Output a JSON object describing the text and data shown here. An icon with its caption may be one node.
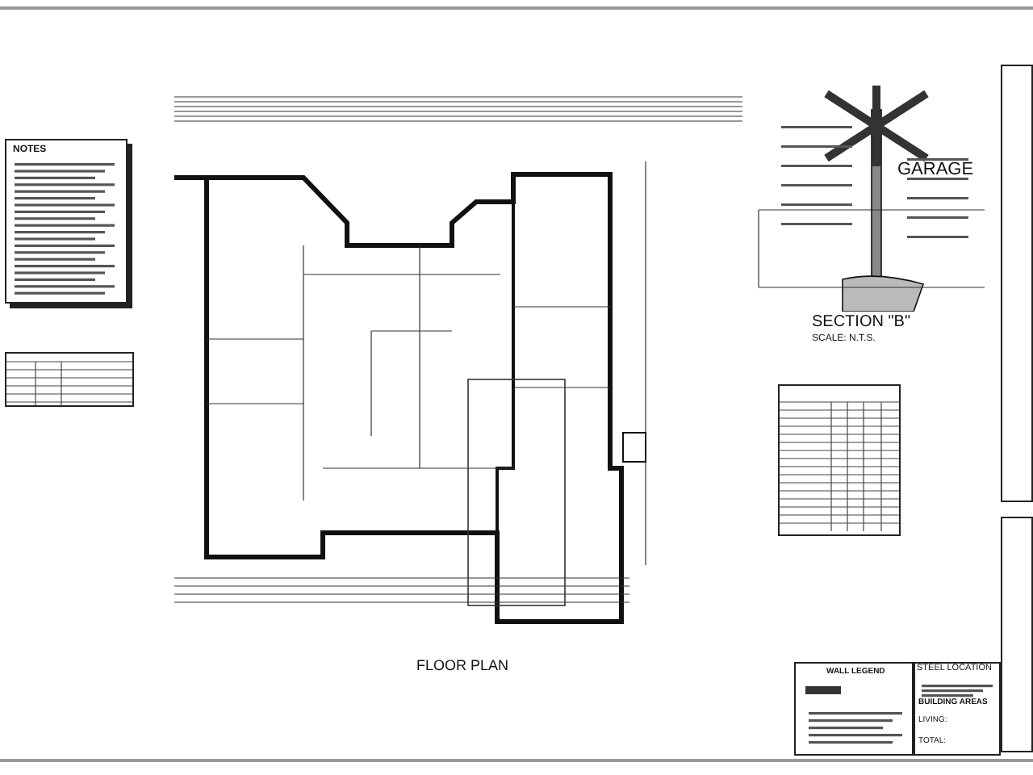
{
  "diagram": {
    "labels": [
      "NOTES",
      "GARAGE",
      "SECTION \"B\"",
      "SCALE: N.T.S.",
      "FLOOR PLAN",
      "WALL LEGEND",
      "STEEL LOCATION",
      "BUILDING AREAS",
      "LIVING:",
      "TOTAL:"
    ]
  }
}
